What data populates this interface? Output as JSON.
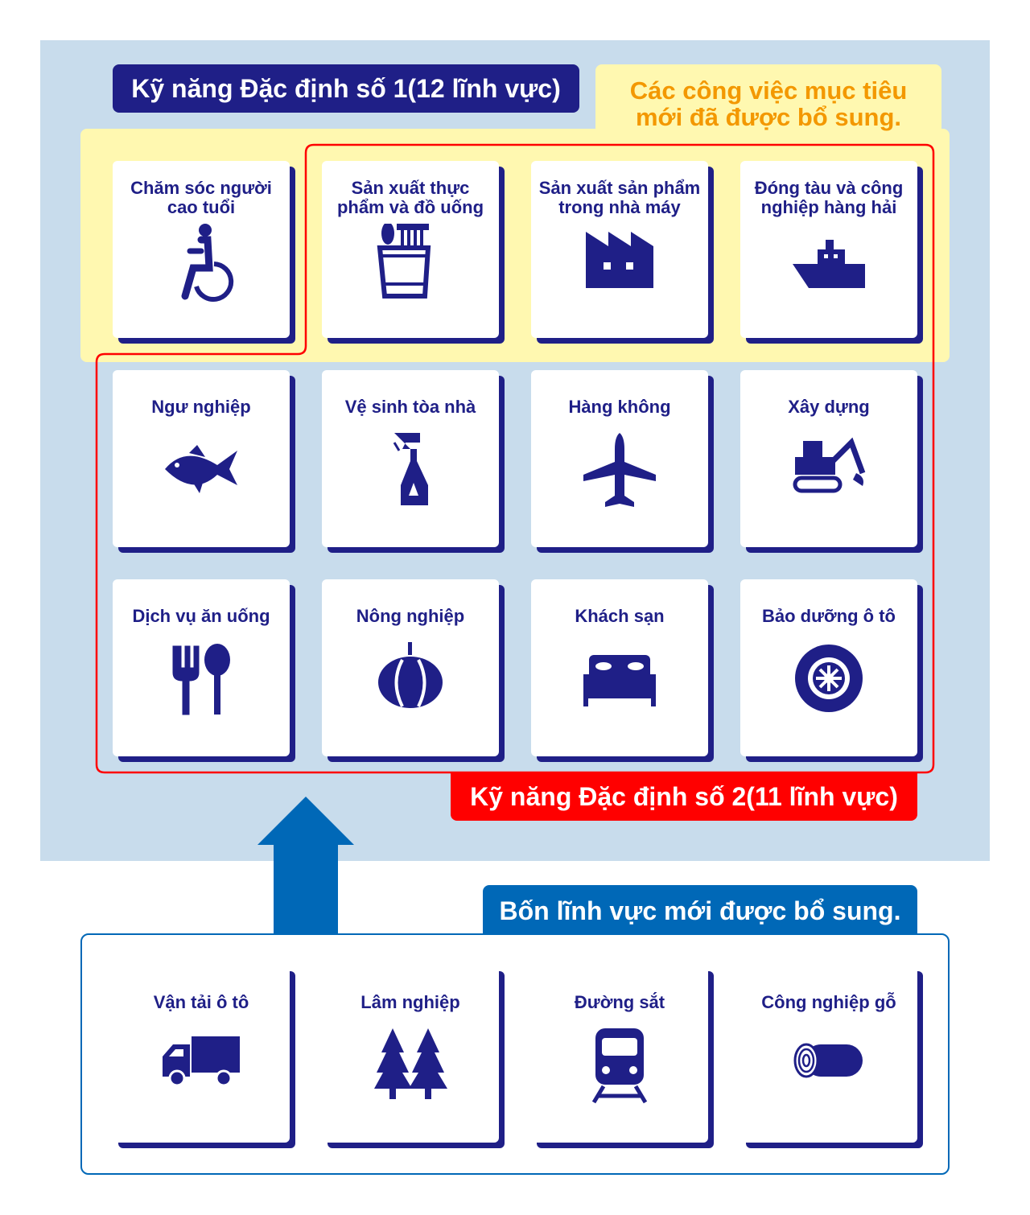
{
  "header1": "Kỹ năng Đặc định số 1(12 lĩnh vực)",
  "new_jobs_note": [
    "Các công việc mục tiêu",
    "mới đã được bổ sung."
  ],
  "header2": "Kỹ năng Đặc định số 2(11 lĩnh vực)",
  "new_fields_title": "Bốn lĩnh vực mới được bổ sung.",
  "colors": {
    "navy": "#1f1f87",
    "red": "#ff0000",
    "blue": "#0068b7",
    "yellow": "#fff8b0",
    "orange": "#f39800",
    "light_blue": "#c8dcec"
  },
  "fields": [
    {
      "label": "Chăm sóc người cao tuổi",
      "icon": "wheelchair-icon"
    },
    {
      "label": "Sản xuất thực phẩm và đồ uống",
      "icon": "food-cup-icon"
    },
    {
      "label": "Sản xuất sản phẩm trong nhà máy",
      "icon": "factory-icon"
    },
    {
      "label": "Đóng tàu và công nghiệp hàng hải",
      "icon": "ship-icon"
    },
    {
      "label": "Ngư nghiệp",
      "icon": "fish-icon"
    },
    {
      "label": "Vệ sinh tòa nhà",
      "icon": "spray-bottle-icon"
    },
    {
      "label": "Hàng không",
      "icon": "airplane-icon"
    },
    {
      "label": "Xây dựng",
      "icon": "excavator-icon"
    },
    {
      "label": "Dịch vụ ăn uống",
      "icon": "fork-spoon-icon"
    },
    {
      "label": "Nông nghiệp",
      "icon": "pumpkin-icon"
    },
    {
      "label": "Khách sạn",
      "icon": "bed-icon"
    },
    {
      "label": "Bảo dưỡng ô tô",
      "icon": "tire-icon"
    }
  ],
  "new_fields": [
    {
      "label": "Vận tải ô tô",
      "icon": "truck-icon"
    },
    {
      "label": "Lâm nghiệp",
      "icon": "trees-icon"
    },
    {
      "label": "Đường sắt",
      "icon": "train-icon"
    },
    {
      "label": "Công nghiệp gỗ",
      "icon": "log-icon"
    }
  ]
}
